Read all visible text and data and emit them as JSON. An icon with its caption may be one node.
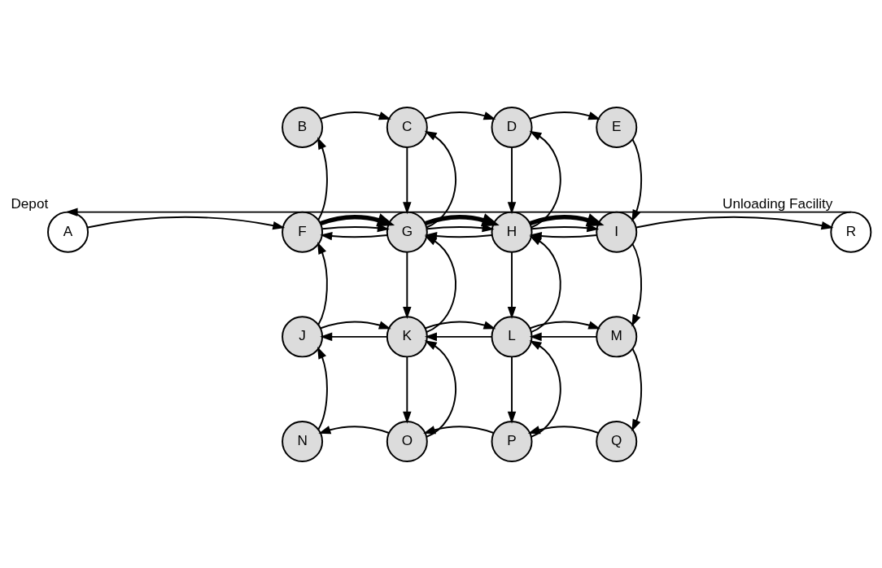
{
  "diagram": {
    "nodes": [
      {
        "text": [
          "B"
        ]
      },
      {
        "text": [
          "C"
        ]
      },
      {
        "text": [
          "D"
        ]
      },
      {
        "text": [
          "E"
        ]
      },
      {
        "text": [
          "A"
        ],
        "beside": [
          "Depot"
        ]
      },
      {
        "text": [
          "F"
        ]
      },
      {
        "text": [
          "G"
        ]
      },
      {
        "text": [
          "H"
        ]
      },
      {
        "text": [
          "I"
        ]
      },
      {
        "text": [
          "R"
        ],
        "beside": [
          "Unloading Facility"
        ]
      },
      {
        "text": [
          "J"
        ]
      },
      {
        "text": [
          "K"
        ]
      },
      {
        "text": [
          "L"
        ]
      },
      {
        "text": [
          "M"
        ]
      },
      {
        "text": [
          "N"
        ]
      },
      {
        "text": [
          "O"
        ]
      },
      {
        "text": [
          "P"
        ]
      },
      {
        "text": [
          "Q"
        ]
      }
    ],
    "edges": [
      {
        "from": 0,
        "to": 1,
        "arrow": "to"
      },
      {
        "from": 1,
        "to": 6,
        "arrow": "to"
      },
      {
        "from": 6,
        "to": 5,
        "arrow": "to"
      },
      {
        "from": 5,
        "to": 0,
        "arrow": "to"
      },
      {
        "from": 1,
        "to": 2,
        "arrow": "to"
      },
      {
        "from": 2,
        "to": 7,
        "arrow": "to"
      },
      {
        "from": 7,
        "to": 6,
        "arrow": "to"
      },
      {
        "from": 6,
        "to": 1,
        "arrow": "to"
      },
      {
        "from": 2,
        "to": 3,
        "arrow": "to"
      },
      {
        "from": 3,
        "to": 8,
        "arrow": "to"
      },
      {
        "from": 8,
        "to": 7,
        "arrow": "to"
      },
      {
        "from": 7,
        "to": 2,
        "arrow": "to"
      },
      {
        "from": 5,
        "to": 6,
        "arrow": "to"
      },
      {
        "from": 6,
        "to": 11,
        "arrow": "to"
      },
      {
        "from": 11,
        "to": 10,
        "arrow": "to"
      },
      {
        "from": 10,
        "to": 5,
        "arrow": "to"
      },
      {
        "from": 6,
        "to": 7,
        "arrow": "to"
      },
      {
        "from": 7,
        "to": 12,
        "arrow": "to"
      },
      {
        "from": 12,
        "to": 11,
        "arrow": "to"
      },
      {
        "from": 11,
        "to": 6,
        "arrow": "to"
      },
      {
        "from": 7,
        "to": 8,
        "arrow": "to"
      },
      {
        "from": 8,
        "to": 13,
        "arrow": "to"
      },
      {
        "from": 13,
        "to": 12,
        "arrow": "to"
      },
      {
        "from": 12,
        "to": 7,
        "arrow": "to"
      },
      {
        "from": 10,
        "to": 11,
        "arrow": "to"
      },
      {
        "from": 11,
        "to": 15,
        "arrow": "to"
      },
      {
        "from": 15,
        "to": 14,
        "arrow": "to"
      },
      {
        "from": 14,
        "to": 10,
        "arrow": "to"
      },
      {
        "from": 11,
        "to": 12,
        "arrow": "to"
      },
      {
        "from": 12,
        "to": 16,
        "arrow": "to"
      },
      {
        "from": 16,
        "to": 15,
        "arrow": "to"
      },
      {
        "from": 15,
        "to": 11,
        "arrow": "to"
      },
      {
        "from": 12,
        "to": 13,
        "arrow": "to"
      },
      {
        "from": 13,
        "to": 17,
        "arrow": "to"
      },
      {
        "from": 17,
        "to": 16,
        "arrow": "to"
      },
      {
        "from": 16,
        "to": 12,
        "arrow": "to"
      },
      {
        "from": 4,
        "to": 5,
        "arrow": "to"
      },
      {
        "from": 8,
        "to": 9,
        "arrow": "to"
      },
      {
        "from": 9,
        "to": 4,
        "arrow": "to"
      },
      {
        "from": 5,
        "to": 6,
        "arrow": "to",
        "style": "thick"
      },
      {
        "from": 6,
        "to": 7,
        "arrow": "to",
        "style": "thick"
      },
      {
        "from": 7,
        "to": 8,
        "arrow": "to",
        "style": "thick"
      }
    ]
  }
}
